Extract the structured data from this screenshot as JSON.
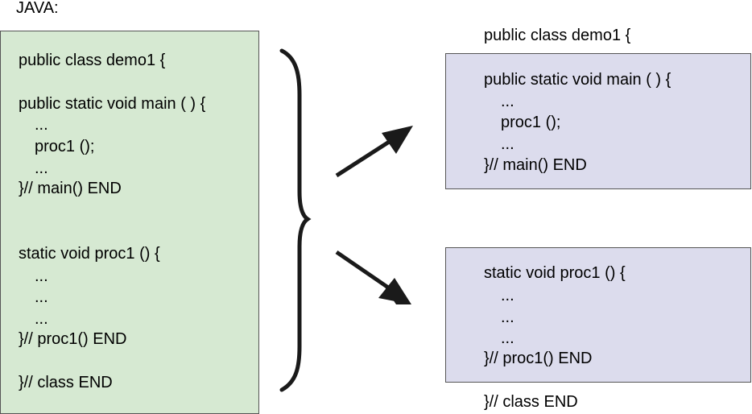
{
  "title": "JAVA:",
  "colors": {
    "left_box_fill": "#d6e9d2",
    "right_box_fill": "#dcdced",
    "border": "#555555",
    "ink": "#1a1a1a"
  },
  "left_box": {
    "lines": [
      "public class demo1 {",
      "public static void main ( ) {",
      "...",
      "proc1 ();",
      "...",
      "}// main() END",
      "static void proc1 () {",
      "...",
      "...",
      "...",
      "}// proc1() END",
      "}// class END"
    ]
  },
  "right_top": {
    "header": "public class demo1 {",
    "lines": [
      "public static void main ( ) {",
      "...",
      "proc1 ();",
      "...",
      "}// main() END"
    ]
  },
  "right_bottom": {
    "lines": [
      "static void proc1 () {",
      "...",
      "...",
      "...",
      "}// proc1() END"
    ],
    "footer": "}// class END"
  }
}
